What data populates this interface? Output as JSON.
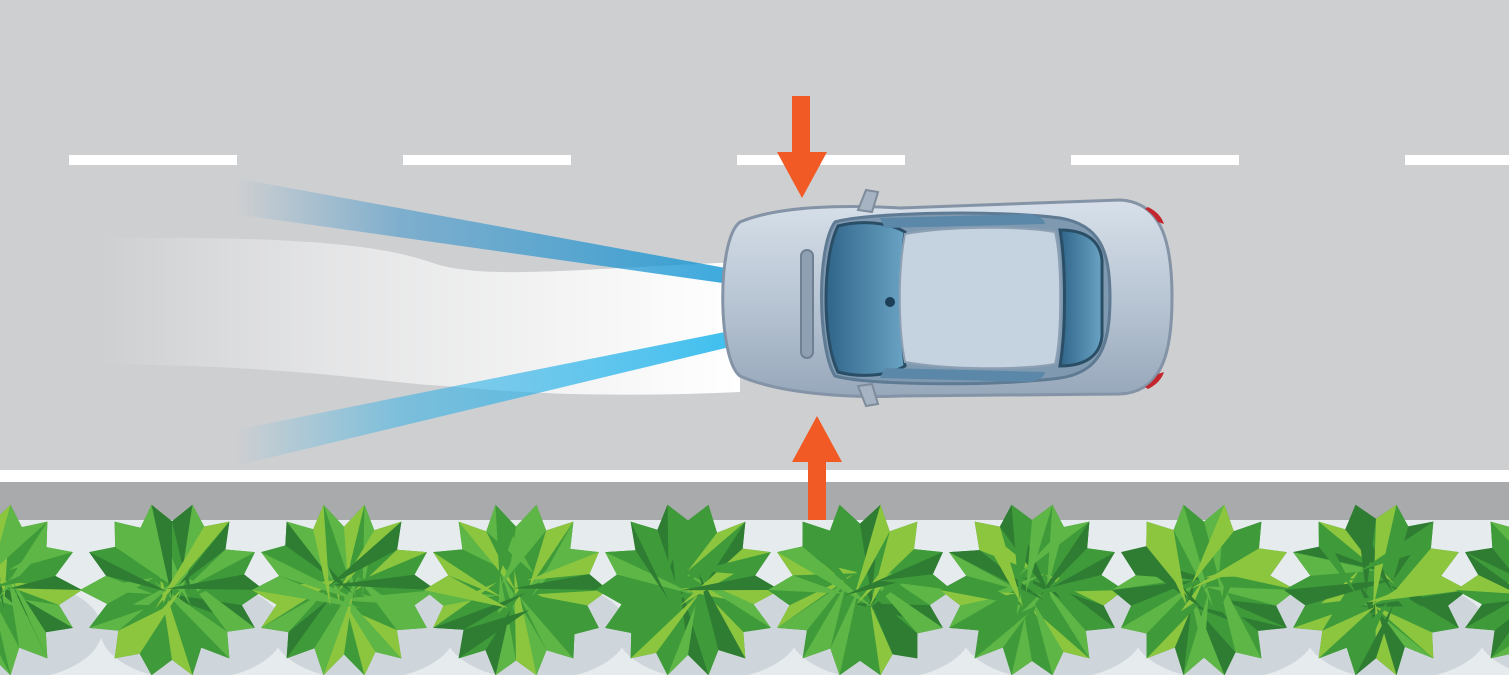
{
  "scene": {
    "description_free": true,
    "road_color": "#cecfd1",
    "lane_marking_color": "#ffffff",
    "curb_color": "#a9aaac",
    "sidewalk_color": "#e6ebee",
    "headlight_beam_color": "#ffffff",
    "camera_ray_color": "#0a9fdc",
    "arrow_color": "#f15a24",
    "car_body_color": "#b9c6d4",
    "car_glass_color": "#4f86a8",
    "taillight_color": "#c1272d",
    "foliage_colors": [
      "#3f9b3a",
      "#5db645",
      "#8cc63f",
      "#2e7d32"
    ]
  },
  "elements": {
    "arrows": [
      {
        "name": "top-arrow-icon",
        "direction": "down"
      },
      {
        "name": "bottom-arrow-icon",
        "direction": "up"
      }
    ],
    "bush_count": 9
  }
}
